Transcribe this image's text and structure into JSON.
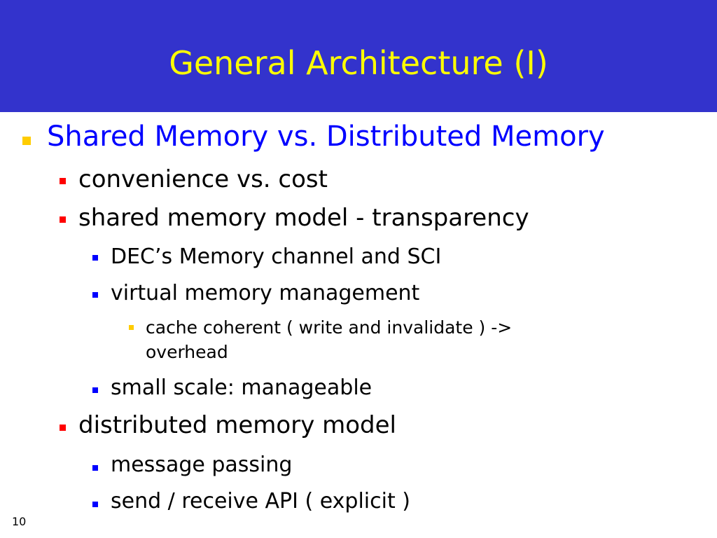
{
  "slide": {
    "title": "General Architecture (I)",
    "page_number": "10",
    "colors": {
      "title_bar": "#3333cc",
      "title_text": "#ffff00",
      "level1_text": "#0000ff",
      "body_text": "#000000",
      "bullet_l1": "#ffcc00",
      "bullet_l2": "#ff0000",
      "bullet_l3": "#0000ff",
      "bullet_l4": "#ffcc00"
    },
    "outline": [
      {
        "level": 1,
        "text": "Shared Memory vs. Distributed Memory"
      },
      {
        "level": 2,
        "text": "convenience vs. cost"
      },
      {
        "level": 2,
        "text": "shared memory model - transparency"
      },
      {
        "level": 3,
        "text": "DEC’s Memory channel and SCI"
      },
      {
        "level": 3,
        "text": "virtual memory management"
      },
      {
        "level": 4,
        "text": "cache coherent ( write and invalidate )  ->"
      },
      {
        "level": 4,
        "text": "overhead"
      },
      {
        "level": 3,
        "text": "small scale: manageable"
      },
      {
        "level": 2,
        "text": "distributed memory model"
      },
      {
        "level": 3,
        "text": "message passing"
      },
      {
        "level": 3,
        "text": "send / receive API ( explicit )"
      }
    ]
  }
}
